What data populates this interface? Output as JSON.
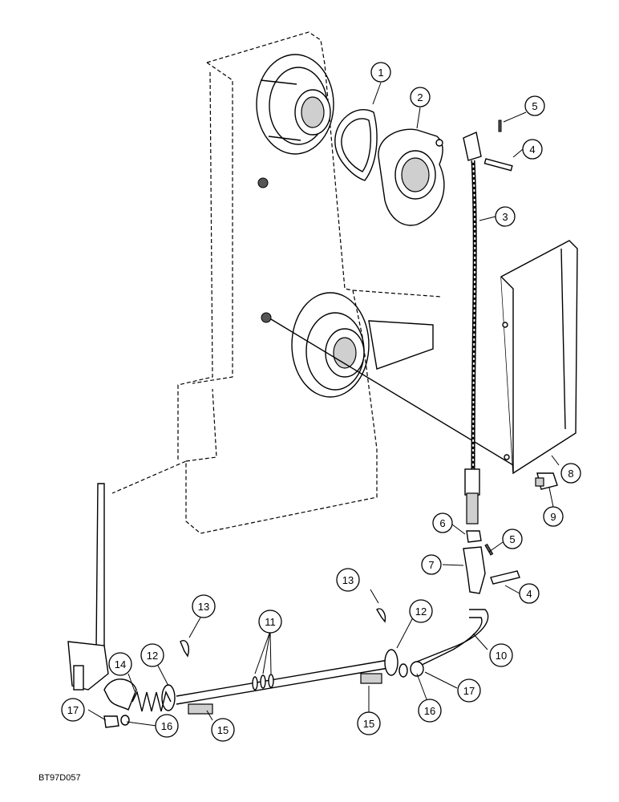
{
  "figure_code": "BT97D057",
  "callouts": [
    {
      "label": "1"
    },
    {
      "label": "2"
    },
    {
      "label": "3"
    },
    {
      "label": "4"
    },
    {
      "label": "5"
    },
    {
      "label": "4"
    },
    {
      "label": "5"
    },
    {
      "label": "6"
    },
    {
      "label": "7"
    },
    {
      "label": "8"
    },
    {
      "label": "9"
    },
    {
      "label": "10"
    },
    {
      "label": "11"
    },
    {
      "label": "12"
    },
    {
      "label": "12"
    },
    {
      "label": "13"
    },
    {
      "label": "13"
    },
    {
      "label": "14"
    },
    {
      "label": "15"
    },
    {
      "label": "15"
    },
    {
      "label": "16"
    },
    {
      "label": "16"
    },
    {
      "label": "17"
    },
    {
      "label": "17"
    }
  ]
}
